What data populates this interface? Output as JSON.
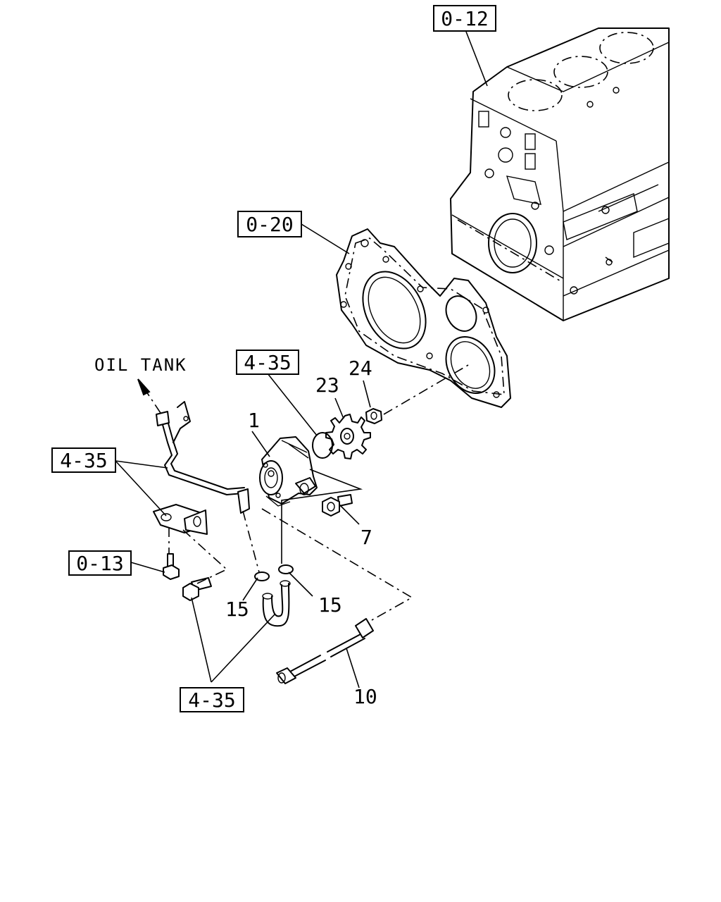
{
  "labels": {
    "ref_0_12": "0-12",
    "ref_0_20": "0-20",
    "ref_4_35_top": "4-35",
    "ref_4_35_left": "4-35",
    "ref_4_35_bottom": "4-35",
    "ref_0_13": "0-13",
    "oil_tank": "OIL TANK",
    "part_1": "1",
    "part_7": "7",
    "part_10": "10",
    "part_15_left": "15",
    "part_15_right": "15",
    "part_23": "23",
    "part_24": "24"
  }
}
